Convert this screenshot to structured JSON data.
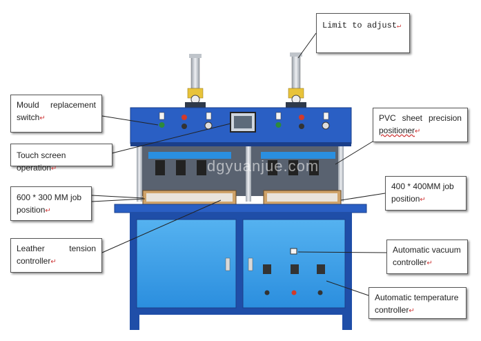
{
  "watermark": "dgyuanjue.com",
  "callouts": {
    "limit_to_adjust": "Limit to adjust",
    "mould_line1_a": "Mould",
    "mould_line1_b": "replacement",
    "mould_line2": "switch",
    "touch_screen": "Touch screen operation",
    "job_600_line1": "600 * 300 MM job",
    "job_600_line2": "position",
    "leather_line1_a": "Leather",
    "leather_line1_b": "tension",
    "leather_line2": "controller",
    "pvc_line1_a": "PVC",
    "pvc_line1_b": "sheet",
    "pvc_line1_c": "precision",
    "pvc_line2": "positioner",
    "job_400_line1": "400 * 400MM job",
    "job_400_line2": "position",
    "vacuum_line1": "Automatic vacuum",
    "vacuum_line2": "controller",
    "temp_line1": "Automatic temperature",
    "temp_line2": "controller"
  },
  "colors": {
    "machine_blue": "#2a5fc4",
    "panel_blue": "#2f8be0",
    "cabinet_blue": "#3ea0ea",
    "frame_dark": "#1b3f8a",
    "steel": "#c8ccd2"
  }
}
